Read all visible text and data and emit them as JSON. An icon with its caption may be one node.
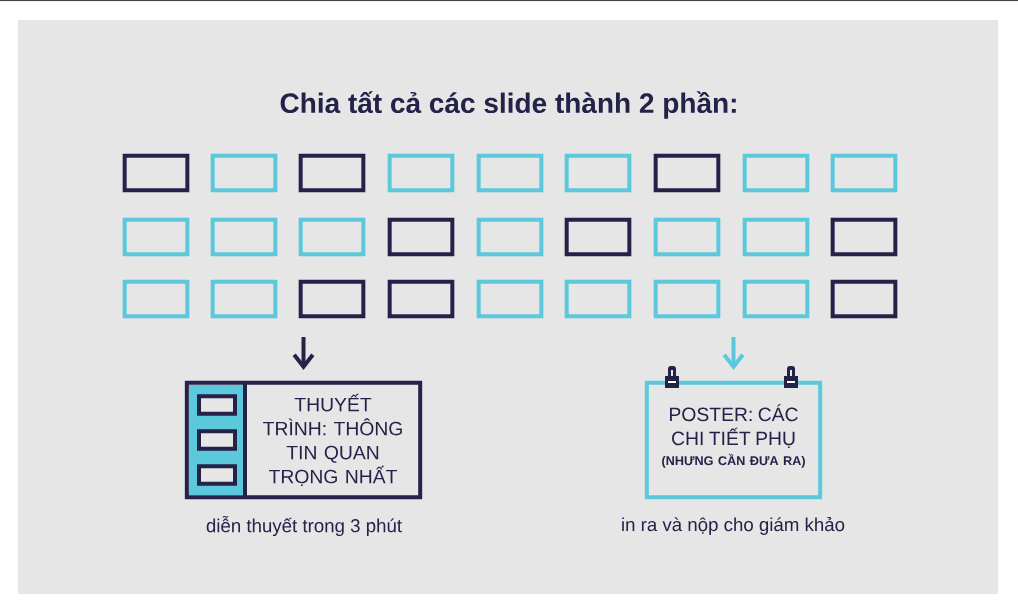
{
  "diagram": {
    "title": "Chia tất cả các slide thành 2 phần:",
    "nodes": [
      {
        "text": [],
        "shape": "box"
      },
      {
        "text": [],
        "shape": "box"
      },
      {
        "text": [],
        "shape": "box"
      },
      {
        "text": [],
        "shape": "box"
      },
      {
        "text": [],
        "shape": "box"
      },
      {
        "text": [],
        "shape": "box"
      },
      {
        "text": [],
        "shape": "box"
      },
      {
        "text": [],
        "shape": "box"
      },
      {
        "text": [],
        "shape": "box"
      },
      {
        "text": [],
        "shape": "box"
      },
      {
        "text": [],
        "shape": "box"
      },
      {
        "text": [],
        "shape": "box"
      },
      {
        "text": [],
        "shape": "box"
      },
      {
        "text": [],
        "shape": "box"
      },
      {
        "text": [],
        "shape": "box"
      },
      {
        "text": [],
        "shape": "box"
      },
      {
        "text": [],
        "shape": "box"
      },
      {
        "text": [],
        "shape": "box"
      },
      {
        "text": [],
        "shape": "box"
      },
      {
        "text": [],
        "shape": "box"
      },
      {
        "text": [],
        "shape": "box"
      },
      {
        "text": [],
        "shape": "box"
      },
      {
        "text": [],
        "shape": "box"
      },
      {
        "text": [],
        "shape": "box"
      },
      {
        "text": [],
        "shape": "box"
      },
      {
        "text": [],
        "shape": "box"
      },
      {
        "text": [],
        "shape": "box"
      },
      {
        "text": [
          "THUYẾT TRÌNH: THÔNG TIN QUAN TRỌNG NHẤT"
        ],
        "beside": [
          "diễn thuyết trong 3 phút"
        ]
      },
      {
        "text": [],
        "shape": "box",
        "in": 27
      },
      {
        "text": [],
        "shape": "box",
        "in": 27
      },
      {
        "text": [],
        "shape": "box",
        "in": 27
      },
      {
        "text": [
          "POSTER: CÁC CHI TIẾT PHỤ",
          "(NHƯNG CẦN ĐƯA RA)"
        ],
        "beside": [
          "in ra và nộp cho giám khảo"
        ]
      }
    ],
    "edges": [
      {
        "from": 20,
        "to": 27,
        "arrow": "to",
        "color": "#25224a"
      },
      {
        "from": 25,
        "to": 31,
        "arrow": "to",
        "color": "#5bc8dc"
      }
    ]
  }
}
